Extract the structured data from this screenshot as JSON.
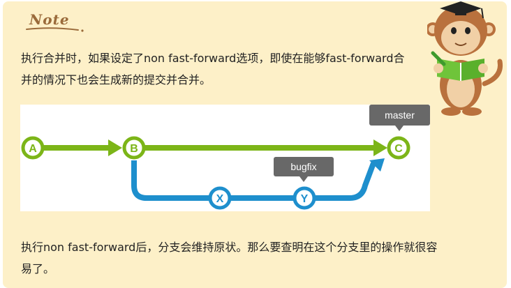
{
  "note": {
    "title": "Note",
    "paragraph1": "执行合并时，如果设定了non fast-forward选项，即使在能够fast-forward合并的情况下也会生成新的提交并合并。",
    "paragraph2": "执行non fast-forward后，分支会维持原状。那么要查明在这个分支里的操作就很容易了。"
  },
  "diagram": {
    "commits": {
      "a": "A",
      "b": "B",
      "c": "C",
      "x": "X",
      "y": "Y"
    },
    "branches": {
      "master": "master",
      "bugfix": "bugfix"
    },
    "colors": {
      "master_line": "#7cb518",
      "bugfix_line": "#1e8fcd",
      "tag_bg": "#686868"
    }
  },
  "colors": {
    "note_background": "#fdf0c8",
    "title": "#9a6a3a"
  }
}
